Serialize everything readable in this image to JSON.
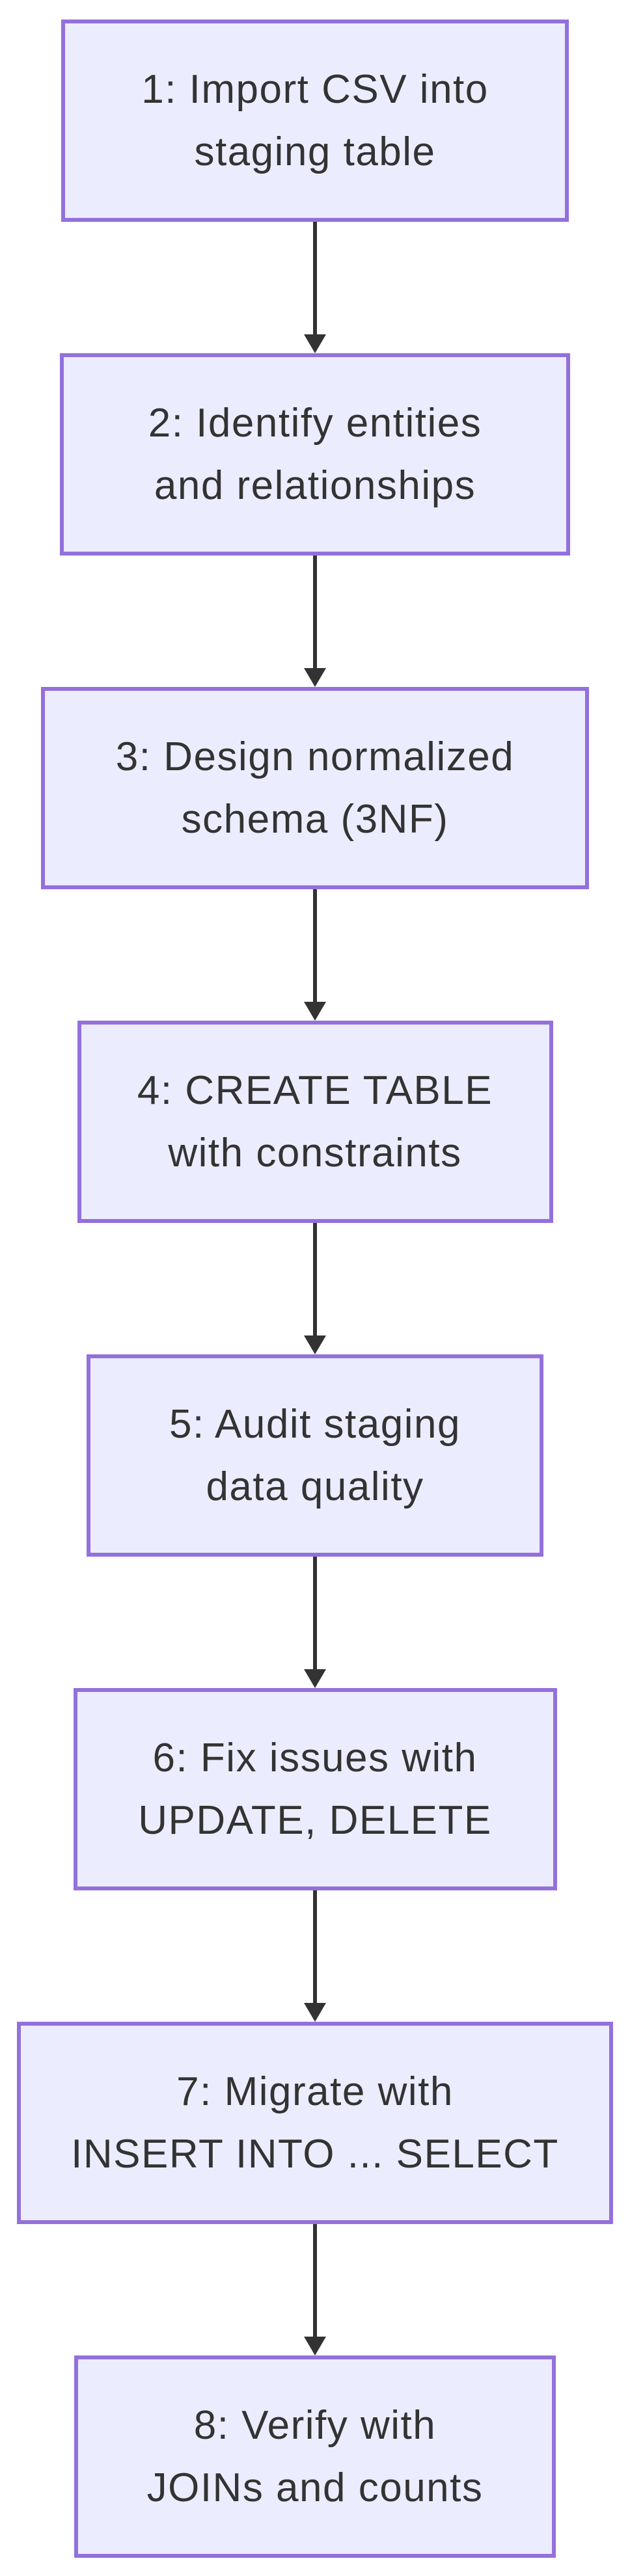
{
  "diagram": {
    "type": "flowchart",
    "direction": "top-to-bottom",
    "colors": {
      "background": "#ffffff",
      "node_fill": "#ECECFF",
      "node_border": "#9370DB",
      "text": "#333333",
      "arrow": "#333333"
    },
    "nodes": [
      {
        "id": "step1",
        "label": "1: Import CSV into staging table",
        "lines": [
          "1: Import CSV into",
          "staging table"
        ]
      },
      {
        "id": "step2",
        "label": "2: Identify entities and relationships",
        "lines": [
          "2: Identify entities",
          "and relationships"
        ]
      },
      {
        "id": "step3",
        "label": "3: Design normalized schema (3NF)",
        "lines": [
          "3: Design normalized",
          "schema (3NF)"
        ]
      },
      {
        "id": "step4",
        "label": "4: CREATE TABLE with constraints",
        "lines": [
          "4: CREATE TABLE",
          "with constraints"
        ]
      },
      {
        "id": "step5",
        "label": "5: Audit staging data quality",
        "lines": [
          "5: Audit staging",
          "data quality"
        ]
      },
      {
        "id": "step6",
        "label": "6: Fix issues with UPDATE, DELETE",
        "lines": [
          "6: Fix issues with",
          "UPDATE, DELETE"
        ]
      },
      {
        "id": "step7",
        "label": "7: Migrate with INSERT INTO ... SELECT",
        "lines": [
          "7: Migrate with",
          "INSERT INTO ... SELECT"
        ]
      },
      {
        "id": "step8",
        "label": "8: Verify with JOINs and counts",
        "lines": [
          "8: Verify with",
          "JOINs and counts"
        ]
      }
    ],
    "edges": [
      {
        "from": "step1",
        "to": "step2"
      },
      {
        "from": "step2",
        "to": "step3"
      },
      {
        "from": "step3",
        "to": "step4"
      },
      {
        "from": "step4",
        "to": "step5"
      },
      {
        "from": "step5",
        "to": "step6"
      },
      {
        "from": "step6",
        "to": "step7"
      },
      {
        "from": "step7",
        "to": "step8"
      }
    ]
  }
}
